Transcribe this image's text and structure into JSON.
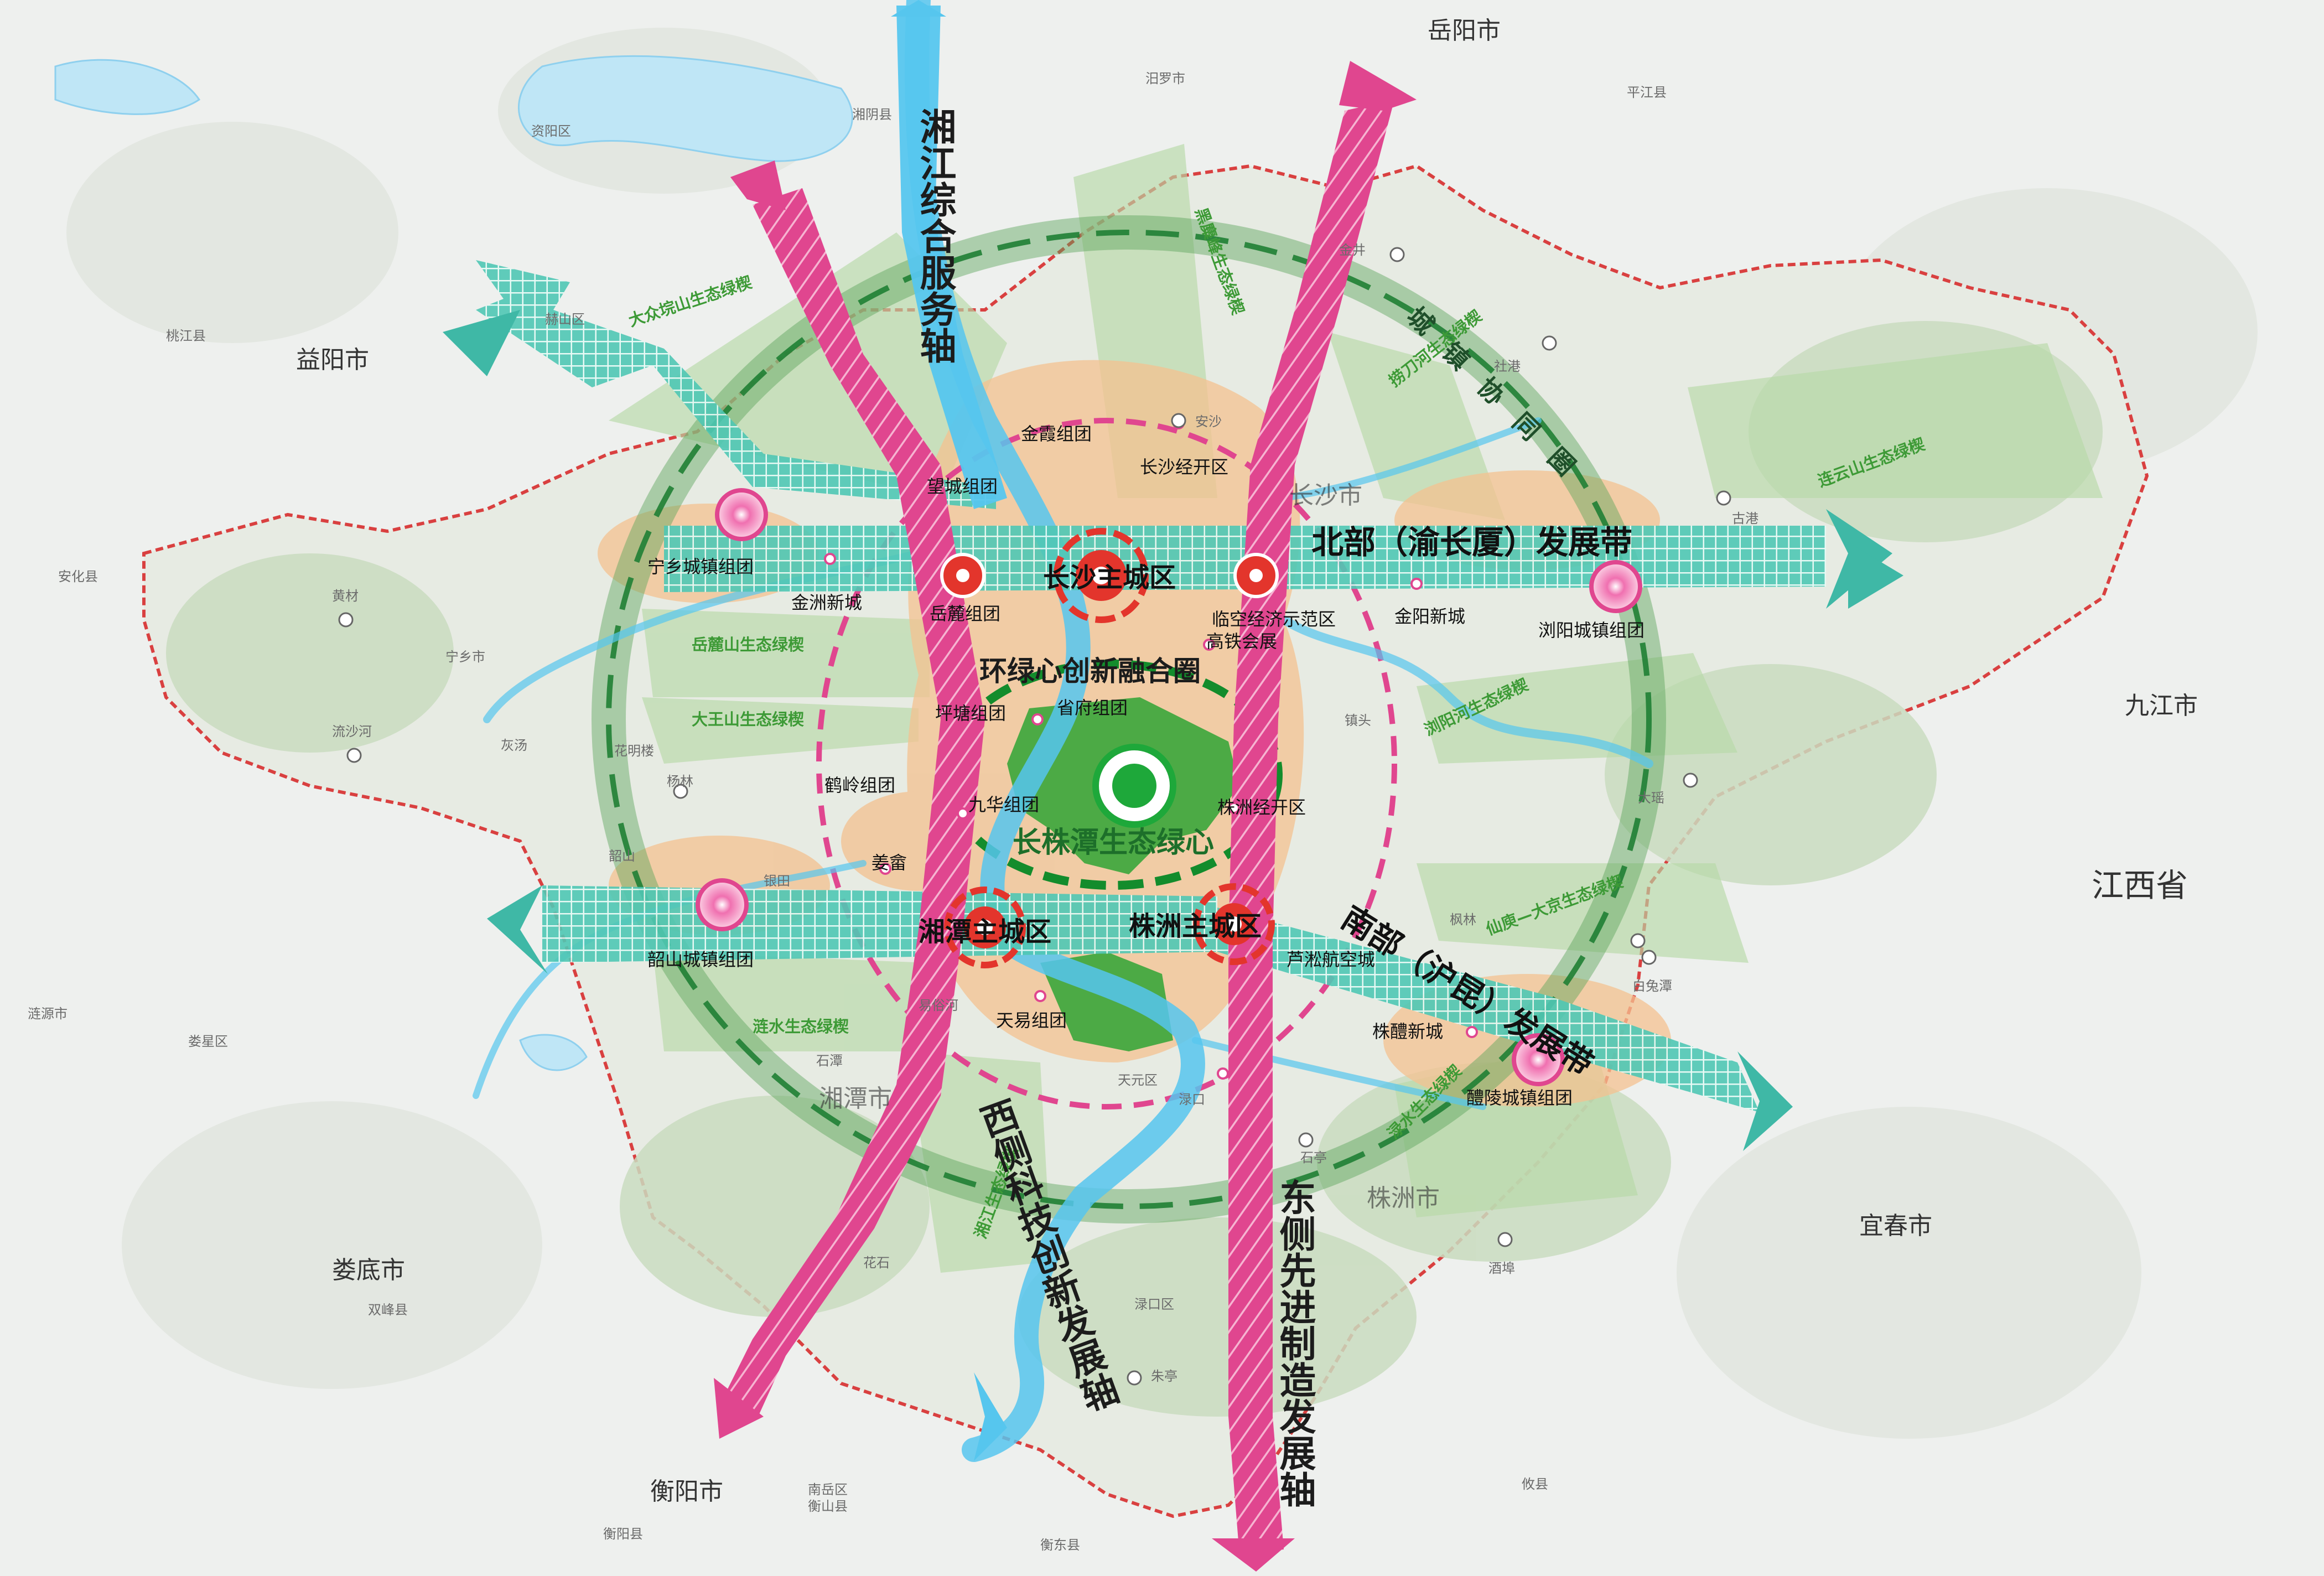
{
  "colors": {
    "background": "#eef0ee",
    "pref_fill": "#e9ece6",
    "boundary": "#d94040",
    "axis_magenta": "#e0468f",
    "river": "#56c6ee",
    "band_teal": "#4fc7b4",
    "ring_green": "#5aa45c",
    "core_red": "#e3352c",
    "urban_orange": "#f4c190",
    "eco_green": "#3aa63b"
  },
  "cities": {
    "yueyang": "岳阳市",
    "yiyang": "益阳市",
    "loudi": "娄底市",
    "hengyang": "衡阳市",
    "jiujiang": "九江市",
    "yichun": "宜春市",
    "jiangxi": "江西省",
    "xiangtan_city": "湘潭市",
    "zhuzhou_city": "株洲市",
    "changsha_city": "长沙市"
  },
  "counties": {
    "ziyang": "资阳区",
    "heshan": "赫山区",
    "taojiang": "桃江县",
    "anhua": "安化县",
    "lianyuan": "涟源市",
    "louxing": "娄星区",
    "shuangfeng": "双峰县",
    "hengshan": "衡山县",
    "hengdong": "衡东县",
    "nanyue": "南岳区",
    "youxian": "攸县",
    "pingjiang": "平江县",
    "miluo": "汨罗市",
    "xiangyin": "湘阴县",
    "hengyang_county": "衡阳县"
  },
  "towns": {
    "huangcai": "黄材",
    "liushahe": "流沙河",
    "huitang": "灰汤",
    "huaminglou": "花明楼",
    "yanglin": "杨林",
    "jinjing": "金井",
    "dujiang": "社港",
    "guxian": "古港",
    "dayao": "大瑶",
    "fenglin": "枫林",
    "baitutan": "白兔潭",
    "shiting": "石亭",
    "lukou": "渌口",
    "zhuting": "朱亭",
    "yeshan": "宁乡市",
    "shitan": "石潭",
    "zhenzi": "镇头",
    "yintian": "银田",
    "shaoshan": "韶山",
    "hefen": "酒埠",
    "anshan": "安沙",
    "huashi": "花石",
    "tianyuan": "天元区",
    "lukou_district": "渌口区"
  },
  "eco_wedges": {
    "dazhongshan": "大众垸山生态绿楔",
    "heimishan": "黑麋峰生态绿楔",
    "laodaohe": "捞刀河生态绿楔",
    "lianyunshan": "连云山生态绿楔",
    "yuelushan": "岳麓山生态绿楔",
    "liuyanghe": "浏阳河生态绿楔",
    "dawangshan": "大王山生态绿楔",
    "xianyu": "仙庾—大京生态绿楔",
    "lianshui": "涟水生态绿楔",
    "lushui": "渌水生态绿楔",
    "xiangjiang": "湘江生态绿楔"
  },
  "groups": {
    "jinxia": "金霞组团",
    "wangcheng": "望城组团",
    "changsha_econ": "长沙经开区",
    "yuelu": "岳麓组团",
    "jinzhou": "金洲新城",
    "ningxiang": "宁乡城镇组团",
    "linkong": "临空经济示范区",
    "gaotie": "高铁会展",
    "jinyang": "金阳新城",
    "liuyang": "浏阳城镇组团",
    "shengfu": "省府组团",
    "pingtang": "坪塘组团",
    "heling": "鹤岭组团",
    "jiuhua": "九华组团",
    "zhuzhou_econ": "株洲经开区",
    "jiangshe": "姜畲",
    "shaoshan_group": "韶山城镇组团",
    "lusong": "芦淞航空城",
    "tianyi": "天易组团",
    "zhuli": "株醴新城",
    "liling": "醴陵城镇组团",
    "yisuhe": "易俗河"
  },
  "cores": {
    "changsha": "长沙主城区",
    "xiangtan": "湘潭主城区",
    "zhuzhou": "株洲主城区"
  },
  "axes": {
    "xiangjiang": "湘江综合服务轴",
    "west": "西侧科技创新发展轴",
    "east": "东侧先进制造发展轴",
    "north_band": "北部（渝长厦）发展带",
    "south_band": "南部（沪昆）发展带",
    "ring": "城镇协同圈",
    "circle": "环绿心创新融合圈",
    "heart": "长株潭生态绿心"
  }
}
